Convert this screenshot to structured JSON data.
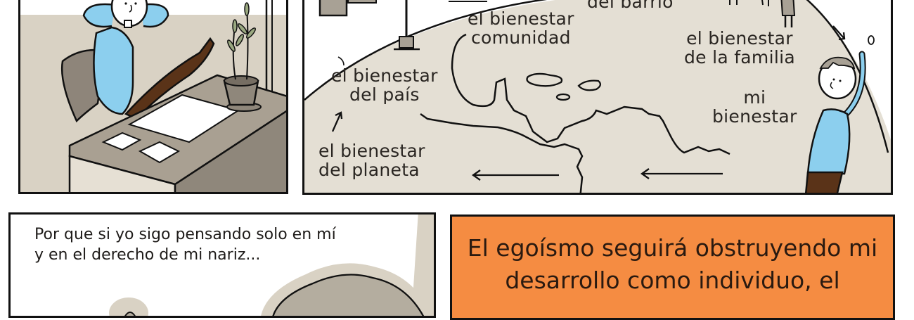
{
  "comic": {
    "panels": [
      {
        "id": "panel-1",
        "description": "Man in blue sweater relaxing at desk with feet up, plant pot on desk",
        "colors": {
          "wall": "#d9d2c4",
          "desk": "#a9a092",
          "shirt": "#8ccfee",
          "pants": "#5a3318"
        }
      },
      {
        "id": "panel-2",
        "description": "Map of the Americas on a globe with labels expanding from personal to planetary wellbeing",
        "labels": {
          "barrio": "del barrio",
          "comunidad_1": "el bienestar",
          "comunidad_2": "comunidad",
          "familia_1": "el bienestar",
          "familia_2": "de la familia",
          "pais_1": "el bienestar",
          "pais_2": "del país",
          "mi_1": "mi",
          "mi_2": "bienestar",
          "planeta_1": "el bienestar",
          "planeta_2": "del planeta"
        },
        "colors": {
          "globe": "#e4dfd4",
          "ink": "#1a1a1a"
        }
      },
      {
        "id": "panel-3",
        "narration_line1": "Por que si yo sigo pensando solo en mí",
        "narration_line2": "y en el derecho de mi nariz..."
      },
      {
        "id": "panel-4",
        "caption_line1": "El egoísmo seguirá obstruyendo mi",
        "caption_line2": "desarrollo como individuo, el",
        "colors": {
          "background": "#f58c42"
        }
      }
    ]
  }
}
